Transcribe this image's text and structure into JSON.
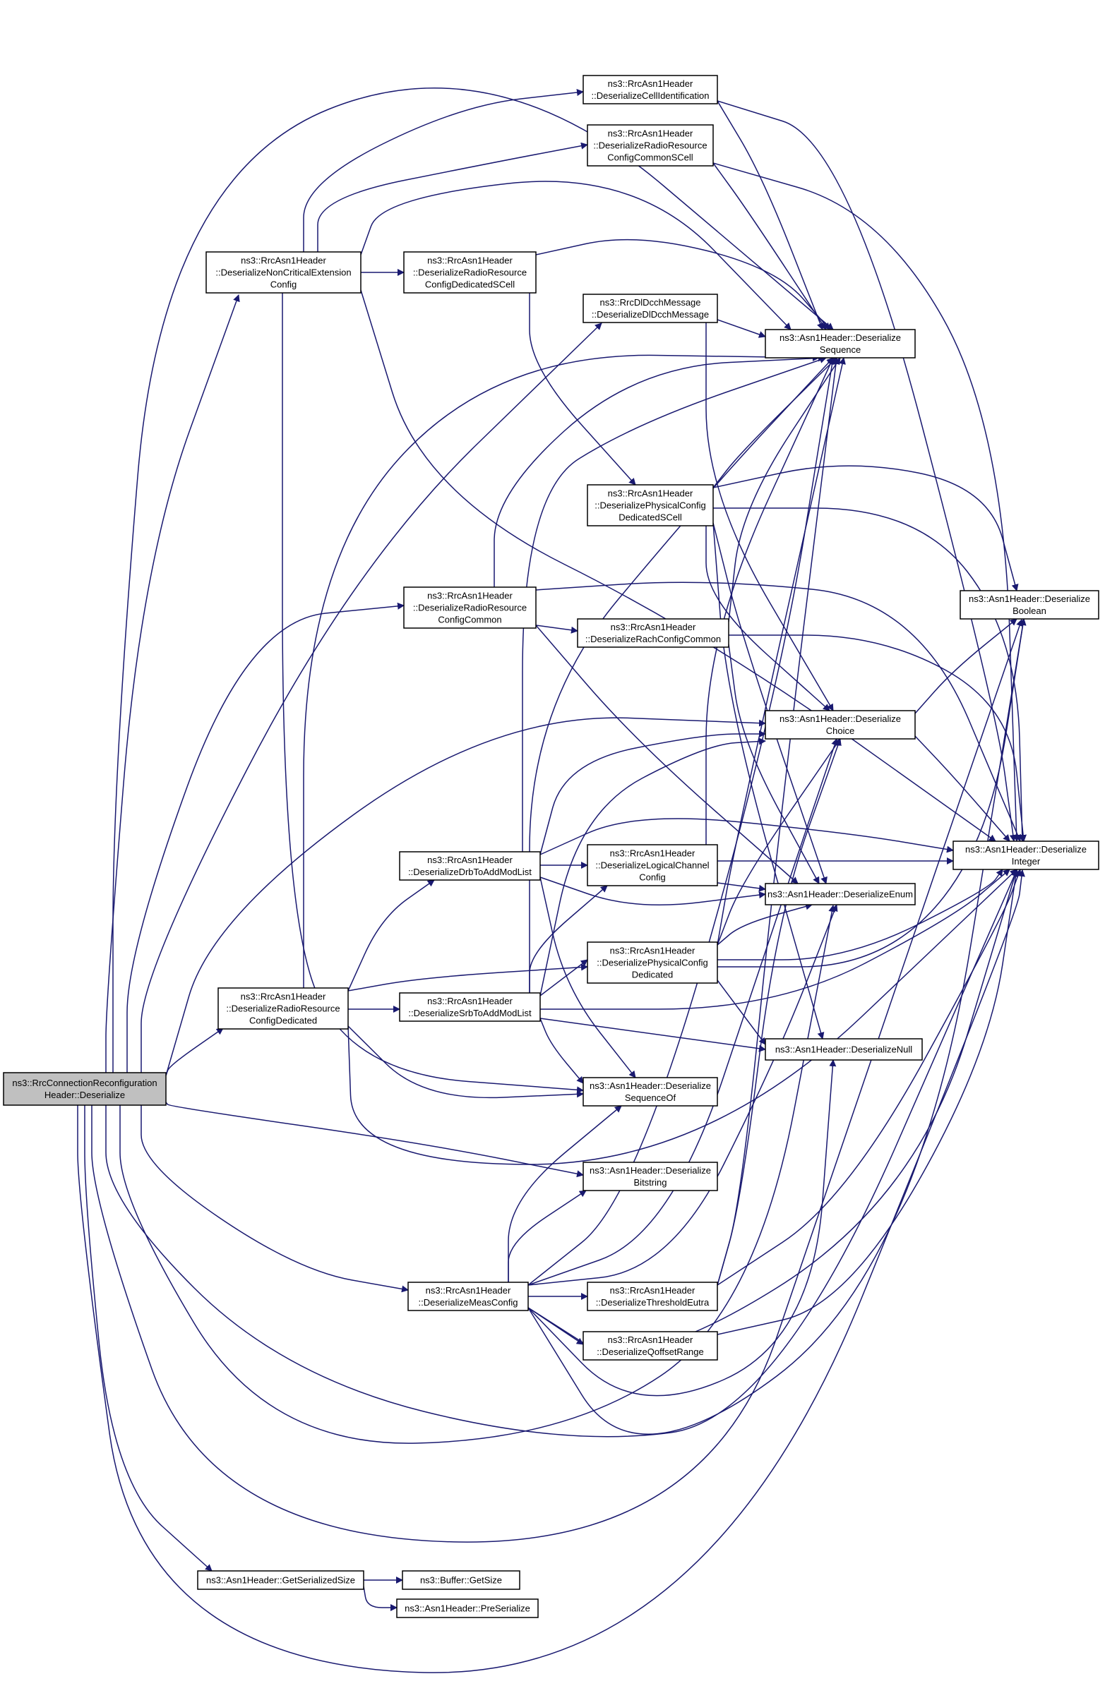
{
  "nodes": {
    "root": [
      "ns3::RrcConnectionReconfiguration",
      "Header::Deserialize"
    ],
    "nonCritical": [
      "ns3::RrcAsn1Header",
      "::DeserializeNonCriticalExtension",
      "Config"
    ],
    "cellIdent": [
      "ns3::RrcAsn1Header",
      "::DeserializeCellIdentification"
    ],
    "rrCommonSCell": [
      "ns3::RrcAsn1Header",
      "::DeserializeRadioResource",
      "ConfigCommonSCell"
    ],
    "rrDedicatedSCell": [
      "ns3::RrcAsn1Header",
      "::DeserializeRadioResource",
      "ConfigDedicatedSCell"
    ],
    "dlDcch": [
      "ns3::RrcDlDcchMessage",
      "::DeserializeDlDcchMessage"
    ],
    "seq": [
      "ns3::Asn1Header::Deserialize",
      "Sequence"
    ],
    "physDedSCell": [
      "ns3::RrcAsn1Header",
      "::DeserializePhysicalConfig",
      "DedicatedSCell"
    ],
    "rrCommon": [
      "ns3::RrcAsn1Header",
      "::DeserializeRadioResource",
      "ConfigCommon"
    ],
    "rach": [
      "ns3::RrcAsn1Header",
      "::DeserializeRachConfigCommon"
    ],
    "bool": [
      "ns3::Asn1Header::Deserialize",
      "Boolean"
    ],
    "choice": [
      "ns3::Asn1Header::Deserialize",
      "Choice"
    ],
    "drb": [
      "ns3::RrcAsn1Header",
      "::DeserializeDrbToAddModList"
    ],
    "logical": [
      "ns3::RrcAsn1Header",
      "::DeserializeLogicalChannel",
      "Config"
    ],
    "integer": [
      "ns3::Asn1Header::Deserialize",
      "Integer"
    ],
    "enum": [
      "ns3::Asn1Header::DeserializeEnum"
    ],
    "physDed": [
      "ns3::RrcAsn1Header",
      "::DeserializePhysicalConfig",
      "Dedicated"
    ],
    "rrDedicated": [
      "ns3::RrcAsn1Header",
      "::DeserializeRadioResource",
      "ConfigDedicated"
    ],
    "srb": [
      "ns3::RrcAsn1Header",
      "::DeserializeSrbToAddModList"
    ],
    "null": [
      "ns3::Asn1Header::DeserializeNull"
    ],
    "seqOf": [
      "ns3::Asn1Header::Deserialize",
      "SequenceOf"
    ],
    "bitstring": [
      "ns3::Asn1Header::Deserialize",
      "Bitstring"
    ],
    "measConfig": [
      "ns3::RrcAsn1Header",
      "::DeserializeMeasConfig"
    ],
    "threshold": [
      "ns3::RrcAsn1Header",
      "::DeserializeThresholdEutra"
    ],
    "qoffset": [
      "ns3::RrcAsn1Header",
      "::DeserializeQoffsetRange"
    ],
    "getSerSize": [
      "ns3::Asn1Header::GetSerializedSize"
    ],
    "bufGetSize": [
      "ns3::Buffer::GetSize"
    ],
    "preSerialize": [
      "ns3::Asn1Header::PreSerialize"
    ]
  },
  "colors": {
    "edge": "#191970",
    "root_fill": "#c0c0c0",
    "node_fill": "#ffffff",
    "node_border": "#000000"
  }
}
